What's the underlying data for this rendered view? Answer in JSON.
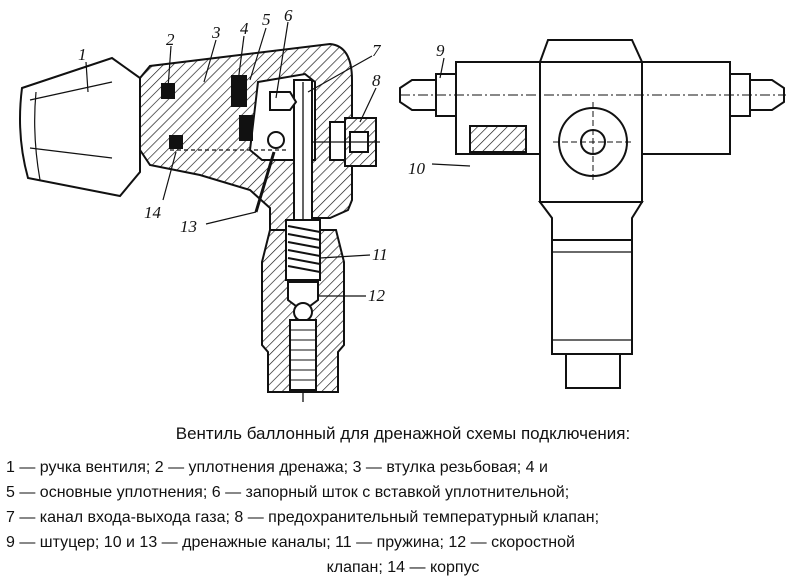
{
  "callouts": {
    "c1": "1",
    "c2": "2",
    "c3": "3",
    "c4": "4",
    "c5": "5",
    "c6": "6",
    "c7": "7",
    "c8": "8",
    "c9": "9",
    "c10": "10",
    "c11": "11",
    "c12": "12",
    "c13": "13",
    "c14": "14"
  },
  "caption": {
    "title": "Вентиль баллонный для дренажной схемы подключения:",
    "legend_lines": [
      "1 — ручка вентиля; 2 — уплотнения дренажа; 3 — втулка резьбовая; 4 и",
      "5 — основные уплотнения; 6 — запорный шток с вставкой уплотнительной;",
      "7 — канал входа-выхода газа; 8 — предохранительный температурный клапан;",
      "9 — штуцер; 10 и 13 — дренажные каналы; 11 — пружина; 12 — скоростной",
      "клапан; 14 — корпус"
    ]
  }
}
